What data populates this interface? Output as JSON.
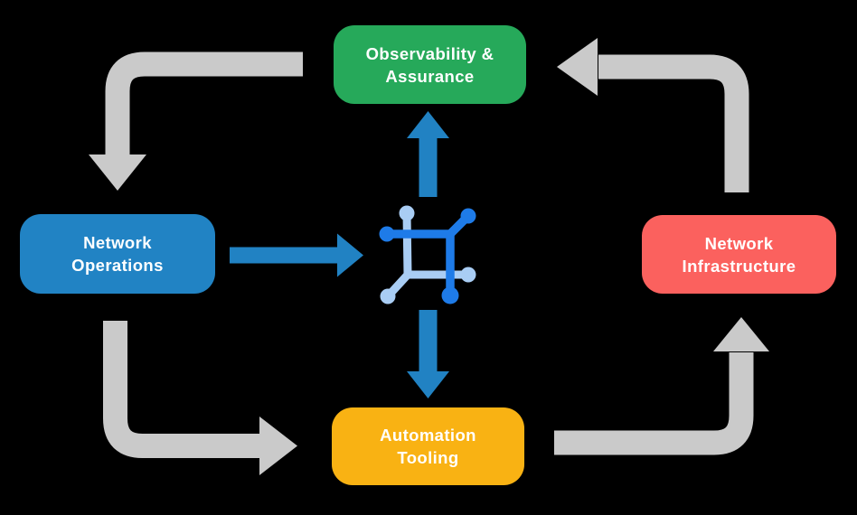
{
  "diagram": {
    "title": "Network automation cycle diagram",
    "background_color": "#000000",
    "nodes": [
      {
        "id": "observability-assurance",
        "label": "Observability &\nAssurance",
        "color": "#26A95A",
        "position": "top"
      },
      {
        "id": "network-operations",
        "label": "Network\nOperations",
        "color": "#2183C4",
        "position": "left"
      },
      {
        "id": "network-infrastructure",
        "label": "Network\nInfrastructure",
        "color": "#FB615E",
        "position": "right"
      },
      {
        "id": "automation-tooling",
        "label": "Automation\nTooling",
        "color": "#F9B213",
        "position": "bottom"
      }
    ],
    "center_icon": {
      "name": "network-mesh-icon",
      "dark_blue": "#1E7BE8",
      "light_blue": "#A9CDF4"
    },
    "edges": [
      {
        "from": "observability-assurance",
        "to": "network-operations",
        "style": "gray-elbow",
        "color": "#CACACA"
      },
      {
        "from": "network-operations",
        "to": "automation-tooling",
        "style": "gray-elbow",
        "color": "#CACACA"
      },
      {
        "from": "automation-tooling",
        "to": "network-infrastructure",
        "style": "gray-elbow",
        "color": "#CACACA"
      },
      {
        "from": "network-infrastructure",
        "to": "observability-assurance",
        "style": "gray-elbow",
        "color": "#CACACA"
      },
      {
        "from": "network-operations",
        "to": "center-icon",
        "style": "blue-straight",
        "color": "#2182C3"
      },
      {
        "from": "center-icon",
        "to": "observability-assurance",
        "style": "blue-straight",
        "color": "#2182C3"
      },
      {
        "from": "center-icon",
        "to": "automation-tooling",
        "style": "blue-straight",
        "color": "#2182C3"
      }
    ]
  }
}
